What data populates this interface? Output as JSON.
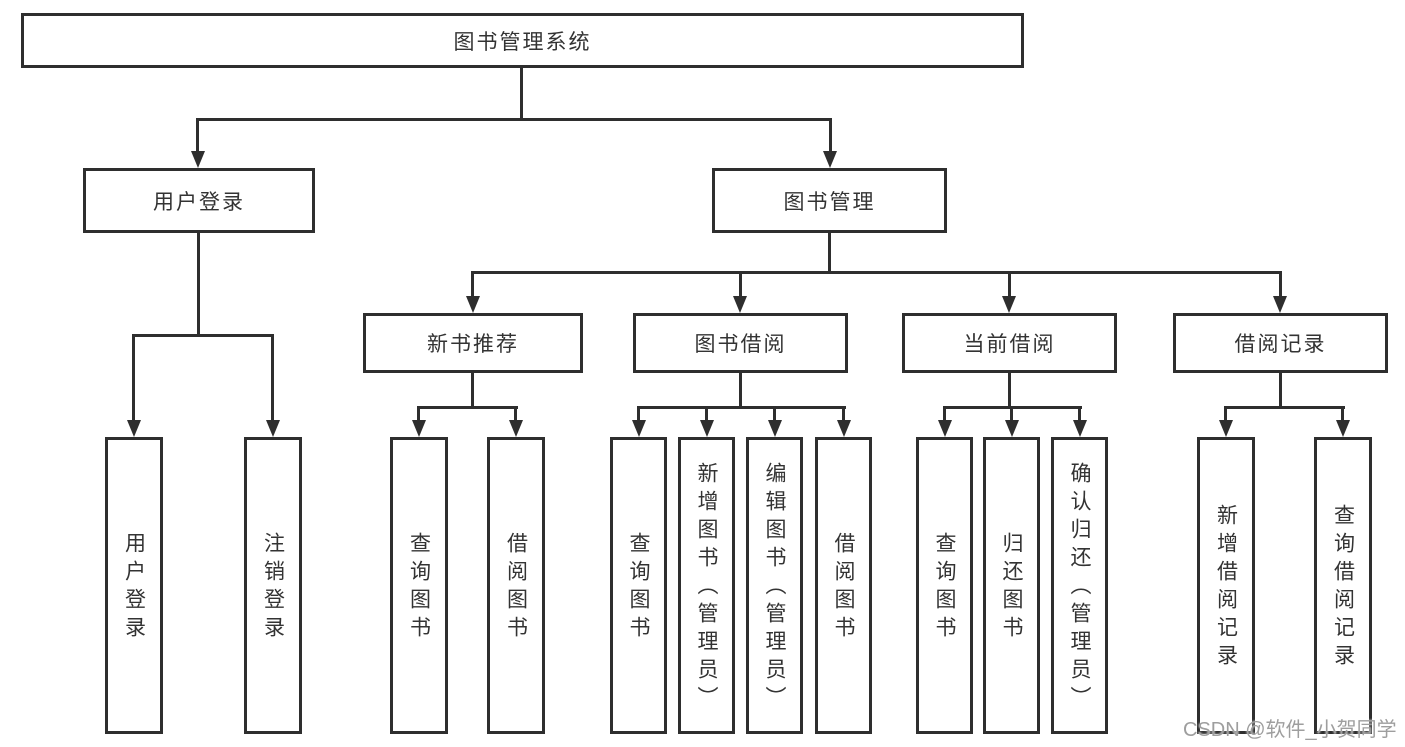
{
  "diagram": {
    "root": "图书管理系统",
    "level2": {
      "user_login": "用户登录",
      "book_mgmt": "图书管理"
    },
    "level3": {
      "new_book_rec": "新书推荐",
      "book_borrow": "图书借阅",
      "current_borrow": "当前借阅",
      "borrow_records": "借阅记录"
    },
    "leaves": {
      "user_login": [
        "用户登录",
        "注销登录"
      ],
      "new_book_rec": [
        "查询图书",
        "借阅图书"
      ],
      "book_borrow": [
        "查询图书",
        "新增图书（管理员）",
        "编辑图书（管理员）",
        "借阅图书"
      ],
      "current_borrow": [
        "查询图书",
        "归还图书",
        "确认归还（管理员）"
      ],
      "borrow_records": [
        "新增借阅记录",
        "查询借阅记录"
      ]
    },
    "watermark": "CSDN @软件_小贺同学",
    "colors": {
      "line": "#2e2e2e",
      "text": "#333333",
      "background": "#ffffff",
      "watermark": "#9e9e9e"
    }
  }
}
